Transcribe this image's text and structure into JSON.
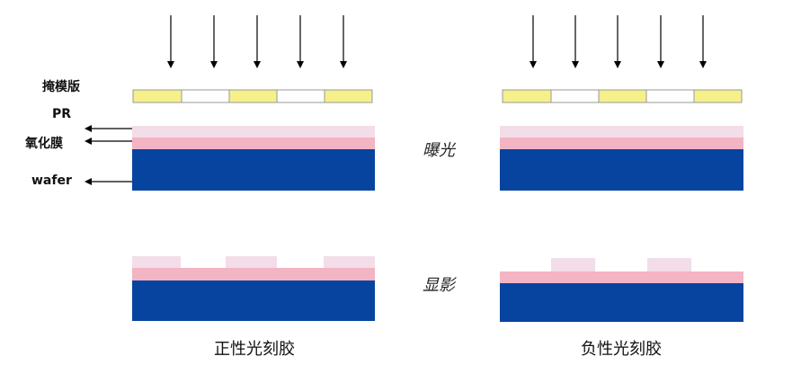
{
  "labels": {
    "mask": "掩模版",
    "pr": "PR",
    "oxide": "氧化膜",
    "wafer": "wafer"
  },
  "steps": {
    "exposure": "曝光",
    "develop": "显影"
  },
  "captions": {
    "positive": "正性光刻胶",
    "negative": "负性光刻胶"
  },
  "colors": {
    "mask_open": "#f5f08a",
    "mask_block": "#ffffff",
    "pr": "#f2dde8",
    "oxide": "#f3b4c4",
    "wafer": "#07449f",
    "arrow": "#000000"
  }
}
